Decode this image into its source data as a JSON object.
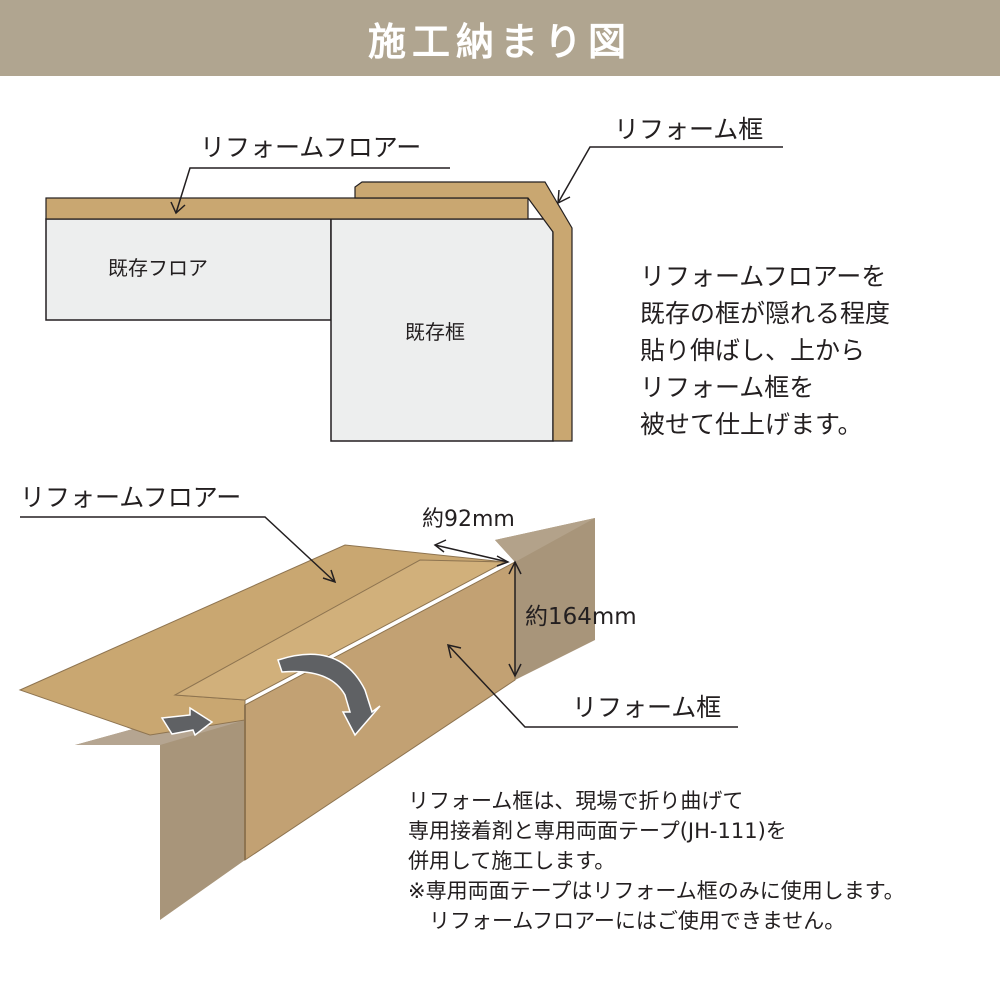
{
  "header": {
    "title": "施工納まり図",
    "bg_color": "#b0a590"
  },
  "diagram_top": {
    "labels": {
      "reform_floor": "リフォームフロアー",
      "reform_frame": "リフォーム框",
      "existing_floor": "既存フロア",
      "existing_frame": "既存框"
    },
    "description": [
      "リフォームフロアーを",
      "既存の框が隠れる程度",
      "貼り伸ばし、上から",
      "リフォーム框を",
      "被せて仕上げます。"
    ]
  },
  "diagram_bottom": {
    "labels": {
      "reform_floor": "リフォームフロアー",
      "reform_frame": "リフォーム框",
      "width_dim": "約92mm",
      "height_dim": "約164mm"
    },
    "notes": [
      "リフォーム框は、現場で折り曲げて",
      "専用接着剤と専用両面テープ(JH-111)を",
      "併用して施工します。",
      "※専用両面テープはリフォーム框のみに使用します。",
      "　リフォームフロアーにはご使用できません。"
    ]
  },
  "colors": {
    "wood": "#c9a771",
    "wood_dark": "#b89a6e",
    "frame_side": "#a8957a",
    "existing": "#edeeee",
    "arrow": "#5f6164"
  }
}
